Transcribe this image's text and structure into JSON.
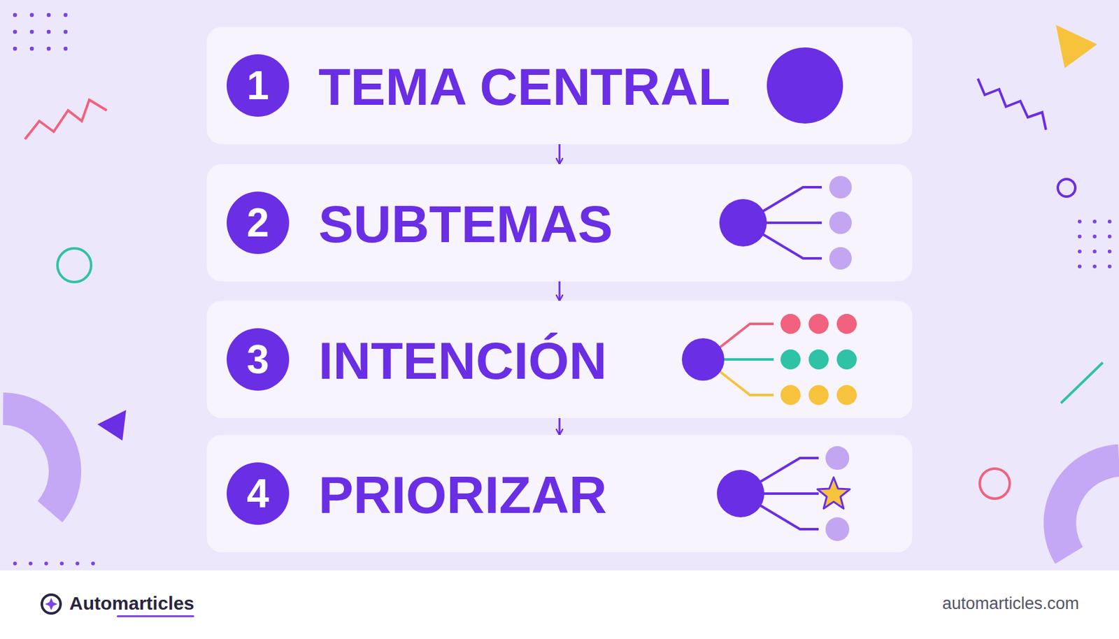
{
  "diagram": {
    "nodes": [
      {
        "text": [
          "TEMA CENTRAL"
        ]
      },
      {
        "text": [
          "1"
        ],
        "in": 0
      },
      {
        "text": [
          "SUBTEMAS"
        ]
      },
      {
        "text": [
          "2"
        ],
        "in": 2
      },
      {
        "text": [
          "INTENCIÓN"
        ]
      },
      {
        "text": [
          "3"
        ],
        "in": 4
      },
      {
        "text": [
          "PRIORIZAR"
        ]
      },
      {
        "text": [
          "4"
        ],
        "in": 6
      }
    ],
    "edges": [
      {
        "from": 0,
        "to": 2,
        "arrow": "to"
      },
      {
        "from": 2,
        "to": 4,
        "arrow": "to"
      },
      {
        "from": 4,
        "to": 6,
        "arrow": "to"
      }
    ],
    "labels": [
      "Automarticles",
      "automarticles.com"
    ]
  }
}
